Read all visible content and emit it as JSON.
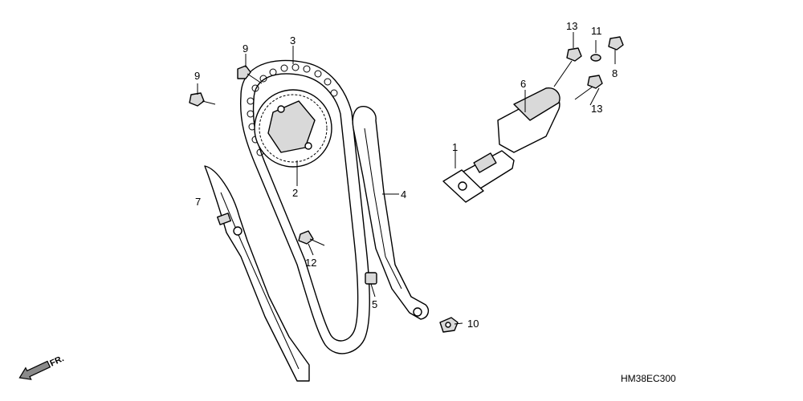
{
  "callouts": {
    "p1": "1",
    "p2": "2",
    "p3": "3",
    "p4": "4",
    "p5": "5",
    "p6": "6",
    "p7": "7",
    "p8": "8",
    "p9a": "9",
    "p9b": "9",
    "p10": "10",
    "p11": "11",
    "p12": "12",
    "p13a": "13",
    "p13b": "13"
  },
  "direction": {
    "label": "FR."
  },
  "diagram_code": "HM38EC300"
}
